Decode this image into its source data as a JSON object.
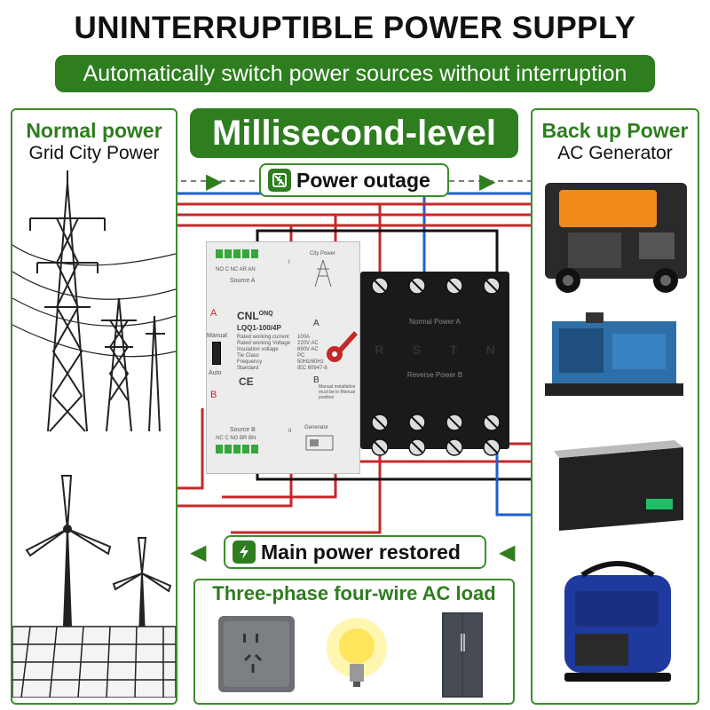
{
  "header": {
    "title": "UNINTERRUPTIBLE POWER SUPPLY",
    "subtitle": "Automatically switch power sources without interruption"
  },
  "left_panel": {
    "title": "Normal power",
    "subtitle": "Grid City Power"
  },
  "right_panel": {
    "title": "Back up Power",
    "subtitle": "AC Generator"
  },
  "center": {
    "badge": "Millisecond-level",
    "outage_label": "Power outage",
    "restored_label": "Main power restored",
    "load_title": "Three-phase four-wire AC load"
  },
  "device": {
    "brand": "CNL",
    "brand_sup": "ONQ",
    "model": "LQQ1-100/4P",
    "source_a": "Source A",
    "source_b": "Source B",
    "terminals_a": "NO C NC AR AN",
    "terminals_b": "NC C NO BR BN",
    "city_power": "City Power",
    "generator": "Generator",
    "label_a": "A",
    "label_b": "B",
    "manual": "Manual",
    "auto": "Auto",
    "roman_1": "I",
    "roman_2": "II",
    "spec_labels": [
      "Rated working current",
      "Rated working Voltage",
      "Insulation voltage",
      "Tie Class",
      "Frequency",
      "Standard"
    ],
    "spec_values": [
      "100A",
      "220V AC",
      "690V AC",
      "PC",
      "50Hz/60Hz",
      "IEC 60947-6"
    ],
    "ce": "CE",
    "phases": [
      "R",
      "S",
      "T",
      "N"
    ],
    "normal_power": "Normal Power A",
    "reverse_power": "Reverse Power B",
    "note": "Manual installation must be in Manual position"
  },
  "colors": {
    "brand_green": "#2e7d1f",
    "wire_red": "#c62828",
    "wire_blue": "#1e5fd1",
    "wire_black": "#111111"
  }
}
